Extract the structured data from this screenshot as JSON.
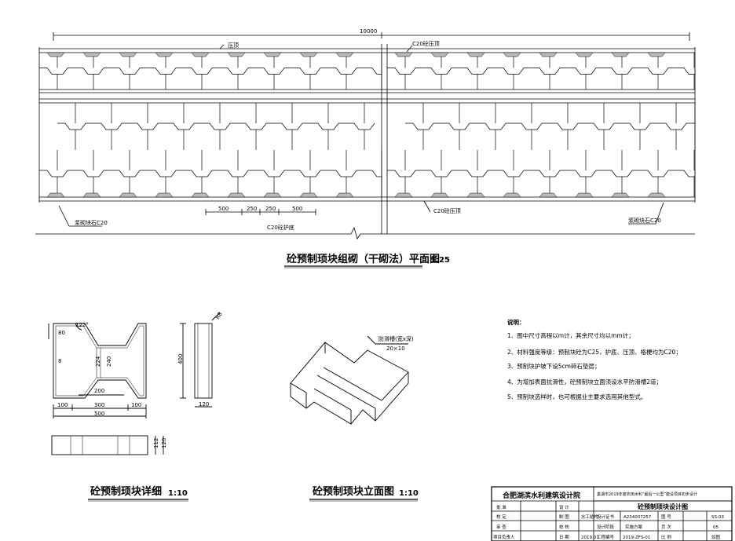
{
  "plan": {
    "total_dim": "10000",
    "label_pressure_top": "压顶",
    "label_pressure_top_right": "C20砼压顶",
    "label_pressure_bottom_right": "C20砼压顶",
    "label_drain": "浆砌块石C20",
    "label_drain_right": "浆砌块石C20",
    "label_floor": "C20砼护底",
    "dims_bottom": [
      "500",
      "250",
      "250",
      "500"
    ],
    "title": "砼预制顼块组砌（干砌法）平面图",
    "scale": "1:25"
  },
  "detail": {
    "dims": {
      "angle": "122°",
      "d80": "80",
      "d8": "8",
      "d224": "224",
      "d240": "240",
      "d200": "200",
      "d300": "300",
      "d100a": "100",
      "d100b": "100",
      "d500": "500",
      "d400": "400",
      "d120": "120",
      "r8": "R8",
      "d112": "112",
      "d120b": "120"
    },
    "title": "砼预制顼块详细",
    "scale": "1:10"
  },
  "iso": {
    "groove_label": "防滑槽(宽x深)",
    "groove_dim": "20×10",
    "title": "砼预制顼块立面图",
    "scale": "1:10"
  },
  "notes": {
    "heading": "说明：",
    "items": [
      "1、图中尺寸高程以m计，其余尺寸均以mm计；",
      "2、材料强度等级：预制块砼为C25，护底、压顶、格梗均为C20；",
      "3、预制块护坡下设5cm碎石垫层；",
      "4、为增加表面抗滑性，砼预制块立面须设水平防滑槽2道；",
      "5、预制块选样时，也可根据业主要求选用其他型式。"
    ]
  },
  "titleblock": {
    "company": "合肥湖滨水利建筑设计院",
    "project": "巢湖市2019年度农田水利“最后一公里”建设项目初步设计",
    "drawing_name": "砼预制顼块设计图",
    "rows": [
      [
        "批 准",
        "设 计",
        "设计证书",
        "A234007257",
        "图 号",
        "SS-03"
      ],
      [
        "核 定",
        "制 图",
        "设计阶段",
        "实施方案",
        "页 次",
        "05"
      ],
      [
        "审 查",
        "校 核",
        "工程编号",
        "2019-ZFS-01",
        "比 例",
        "如图"
      ],
      [
        "项目负责人",
        "日 期",
        "2019.01",
        "",
        "",
        ""
      ]
    ],
    "signature_note": "水工结构"
  }
}
